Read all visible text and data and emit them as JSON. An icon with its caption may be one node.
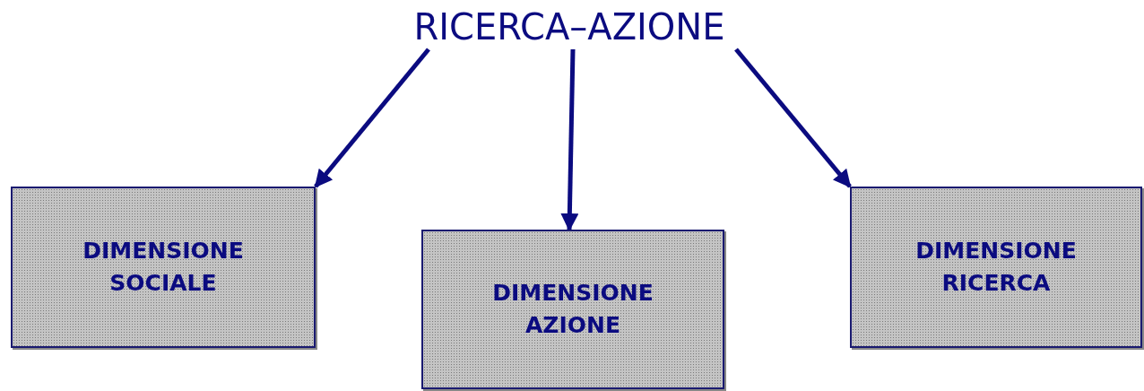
{
  "diagram": {
    "nodes": [
      {
        "text": [
          "RICERCA–AZIONE"
        ]
      },
      {
        "text": [
          "DIMENSIONE SOCIALE"
        ]
      },
      {
        "text": [
          "DIMENSIONE AZIONE"
        ]
      },
      {
        "text": [
          "DIMENSIONE RICERCA"
        ]
      }
    ],
    "edges": [
      {
        "from": 0,
        "to": 1,
        "arrow": "to"
      },
      {
        "from": 0,
        "to": 2,
        "arrow": "to"
      },
      {
        "from": 0,
        "to": 3,
        "arrow": "to"
      }
    ]
  }
}
